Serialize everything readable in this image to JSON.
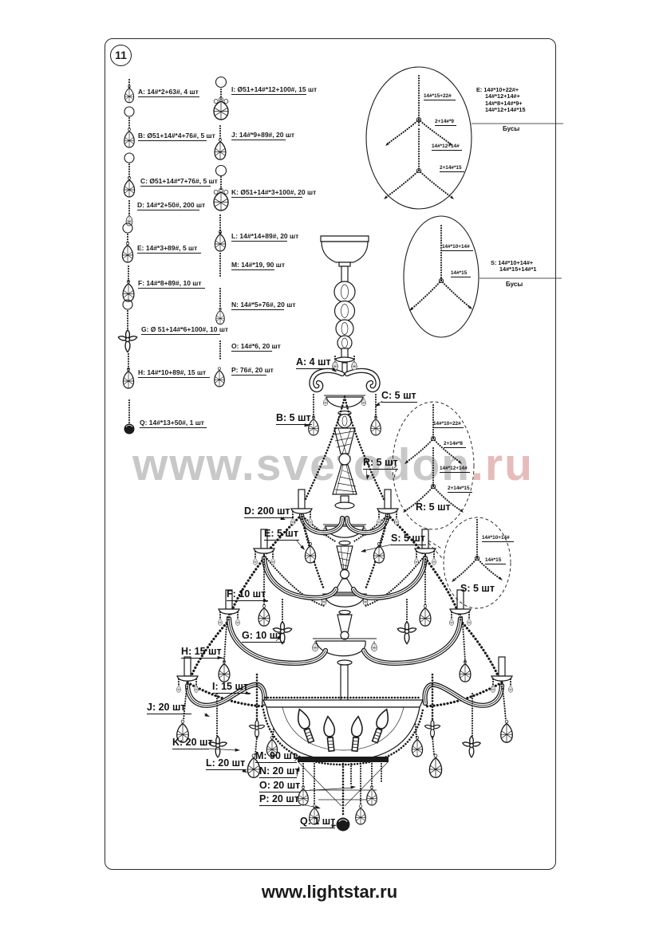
{
  "page": {
    "number": "11",
    "footer": "www.lightstar.ru",
    "watermark_main": "www.svetodon",
    "watermark_suffix": ".ru"
  },
  "legend_left": [
    {
      "id": "A",
      "label": "A: 14#*2+63#, 4 шт"
    },
    {
      "id": "B",
      "label": "B: Ø51+14#*4+76#, 5 шт"
    },
    {
      "id": "C",
      "label": "C: Ø51+14#*7+76#, 5 шт"
    },
    {
      "id": "D",
      "label": "D: 14#*2+50#, 200 шт"
    },
    {
      "id": "E",
      "label": "E: 14#*3+89#, 5 шт"
    },
    {
      "id": "F",
      "label": "F: 14#*8+89#, 10 шт"
    },
    {
      "id": "G",
      "label": "G: Ø 51+14#*6+100#, 10 шт"
    },
    {
      "id": "H",
      "label": "H: 14#*10+89#, 15 шт"
    },
    {
      "id": "Q",
      "label": "Q: 14#*13+50#, 1 шт"
    }
  ],
  "legend_right": [
    {
      "id": "I",
      "label": "I: Ø51+14#*12+100#, 15 шт"
    },
    {
      "id": "J",
      "label": "J: 14#*9+89#, 20 шт"
    },
    {
      "id": "K",
      "label": "K: Ø51+14#*3+100#, 20 шт"
    },
    {
      "id": "L",
      "label": "L: 14#*14+89#, 20 шт"
    },
    {
      "id": "M",
      "label": "M: 14#*19, 90 шт"
    },
    {
      "id": "N",
      "label": "N: 14#*5+76#, 20 шт"
    },
    {
      "id": "O",
      "label": "O: 14#*6, 20 шт"
    },
    {
      "id": "P",
      "label": "P: 76#, 20 шт"
    }
  ],
  "callouts": {
    "A": "A: 4 шт",
    "B": "B: 5 шт",
    "C": "C: 5 шт",
    "D": "D: 200 шт",
    "E": "E: 5 шт",
    "F": "F: 10 шт",
    "G": "G: 10 шт",
    "H": "H: 15 шт",
    "I": "I: 15 шт",
    "J": "J: 20 шт",
    "K": "K: 20 шт",
    "L": "L: 20 шт",
    "M": "M: 90 шт",
    "N": "N: 20 шт",
    "O": "O: 20 шт",
    "P": "P: 20 шт",
    "Q": "Q: 1 шт",
    "R": "R: 5 шт",
    "S": "S: 5 шт"
  },
  "detail_top_e": {
    "lines": [
      "E: 14#*10+22#+",
      "14#*12+14#+",
      "14#*8+14#*9+",
      "14#*12+14#*15"
    ],
    "caption": "Бусы",
    "inner": [
      "14#*15+22#",
      "2+14#*9",
      "14#*12+14#",
      "2+14#*15"
    ]
  },
  "detail_top_s": {
    "lines": [
      "S: 14#*10+14#+",
      "14#*15+14#*1"
    ],
    "caption": "Бусы",
    "inner": [
      "14#*10+14#",
      "14#*15"
    ]
  },
  "detail_r": {
    "label": "R: 5 шт",
    "inner": [
      "14#*10+22#",
      "2+14#*8",
      "14#*12+14#",
      "2+14#*15"
    ]
  },
  "detail_s": {
    "label": "S: 5 шт",
    "inner": [
      "14#*10+14#",
      "14#*15"
    ]
  }
}
